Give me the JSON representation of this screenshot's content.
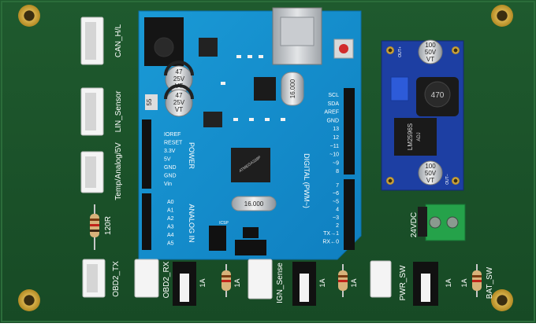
{
  "board": {
    "connectors": {
      "can": "CAN_H/L",
      "lin": "LIN_Sensor",
      "temp": "Temp/Analog/5V",
      "obd2_tx": "OBD2_TX",
      "obd2_rx": "OBD2_RX",
      "ign": "IGN_Sense",
      "pwr": "PWR_SW",
      "bat": "BAT_SW",
      "vdc": "24VDC"
    },
    "resistor_label": "120R",
    "relay_labels": [
      "1A",
      "1A",
      "1A",
      "1A",
      "1A",
      "1A"
    ]
  },
  "arduino": {
    "caps": [
      {
        "value": "47",
        "voltage": "25V",
        "code": "VT"
      },
      {
        "value": "47",
        "voltage": "25V",
        "code": "VT"
      }
    ],
    "cap_small": "55",
    "crystal_top": "16.000",
    "crystal_bottom": "16.000",
    "chip": "ATMEGA328P",
    "icsp": "ICSP",
    "power_header_title": "POWER",
    "power_pins": [
      "IOREF",
      "RESET",
      "3.3V",
      "5V",
      "GND",
      "GND",
      "Vin"
    ],
    "analog_header_title": "ANALOG IN",
    "analog_pins": [
      "A0",
      "A1",
      "A2",
      "A3",
      "A4",
      "A5"
    ],
    "digital_title": "DIGITAL (PWM~)",
    "digital_top": [
      "SCL",
      "SDA",
      "AREF",
      "GND",
      "13",
      "12",
      "~11",
      "~10",
      "~9",
      "8"
    ],
    "digital_bottom": [
      "7",
      "~6",
      "~5",
      "4",
      "~3",
      "2",
      "TX→1",
      "RX←0"
    ]
  },
  "module": {
    "cap_top": {
      "value": "100",
      "voltage": "50V",
      "code": "VT"
    },
    "cap_bottom": {
      "value": "100",
      "voltage": "50V",
      "code": "VT"
    },
    "inductor": "470",
    "ic_name": "LM2596S",
    "ic_sub": "ADJ",
    "out_top": "OUT+",
    "out_bottom": "OUT−"
  }
}
